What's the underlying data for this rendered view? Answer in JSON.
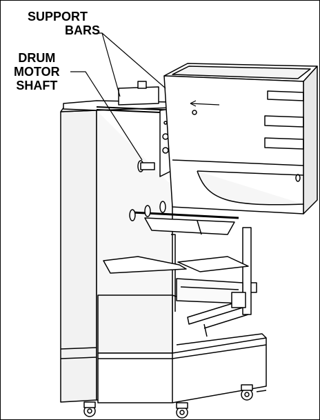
{
  "labels": {
    "support_bars_line1": "SUPPORT",
    "support_bars_line2": "BARS",
    "drum_line1": "DRUM",
    "drum_line2": "MOTOR",
    "drum_line3": "SHAFT"
  }
}
